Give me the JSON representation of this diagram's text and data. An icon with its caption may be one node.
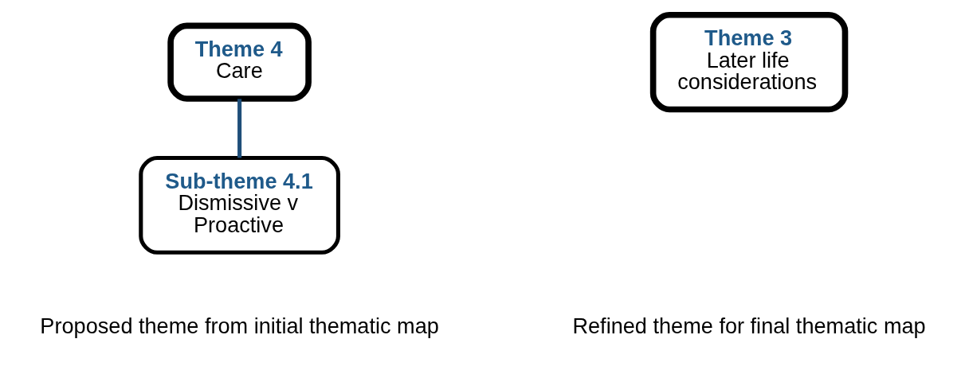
{
  "diagram": {
    "nodes": [
      {
        "text": [
          "Theme 4",
          "Care"
        ]
      },
      {
        "text": [
          "Sub-theme 4.1",
          "Dismissive v Proactive"
        ]
      },
      {
        "text": [
          "Theme 3",
          "Later life considerations"
        ]
      }
    ],
    "edges": [
      {
        "from": 0,
        "to": 1,
        "arrow": "none",
        "color": "#1f4e79"
      }
    ],
    "labels": [
      "Proposed theme from initial thematic map",
      "Refined theme for final thematic map"
    ]
  }
}
